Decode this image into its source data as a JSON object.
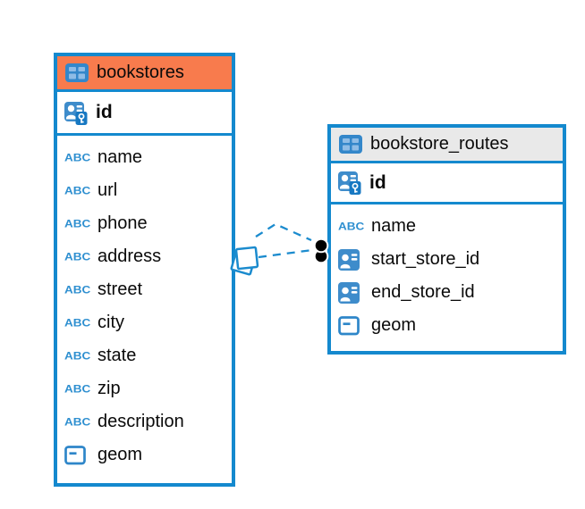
{
  "icons": {
    "text_type_label": "ABC"
  },
  "colors": {
    "accent_blue": "#1489CE",
    "icon_blue": "#3E8CCB",
    "orange_header": "#F87B4D",
    "gray_header": "#E9E9E9",
    "relationship_line": "#1B8BCE",
    "text": "#0A0A0A"
  },
  "diagram": {
    "tables": [
      {
        "name": "bookstores",
        "header_style": "orange",
        "columns": [
          {
            "name": "id",
            "type": "primary-key"
          },
          {
            "name": "name",
            "type": "text"
          },
          {
            "name": "url",
            "type": "text"
          },
          {
            "name": "phone",
            "type": "text"
          },
          {
            "name": "address",
            "type": "text"
          },
          {
            "name": "street",
            "type": "text"
          },
          {
            "name": "city",
            "type": "text"
          },
          {
            "name": "state",
            "type": "text"
          },
          {
            "name": "zip",
            "type": "text"
          },
          {
            "name": "description",
            "type": "text"
          },
          {
            "name": "geom",
            "type": "geometry"
          }
        ]
      },
      {
        "name": "bookstore_routes",
        "header_style": "gray",
        "columns": [
          {
            "name": "id",
            "type": "primary-key"
          },
          {
            "name": "name",
            "type": "text"
          },
          {
            "name": "start_store_id",
            "type": "foreign-key"
          },
          {
            "name": "end_store_id",
            "type": "foreign-key"
          },
          {
            "name": "geom",
            "type": "geometry"
          }
        ]
      }
    ],
    "relationship": {
      "source_table": "bookstores",
      "target_table": "bookstore_routes",
      "line_style": "dashed",
      "line_count": 2
    }
  }
}
